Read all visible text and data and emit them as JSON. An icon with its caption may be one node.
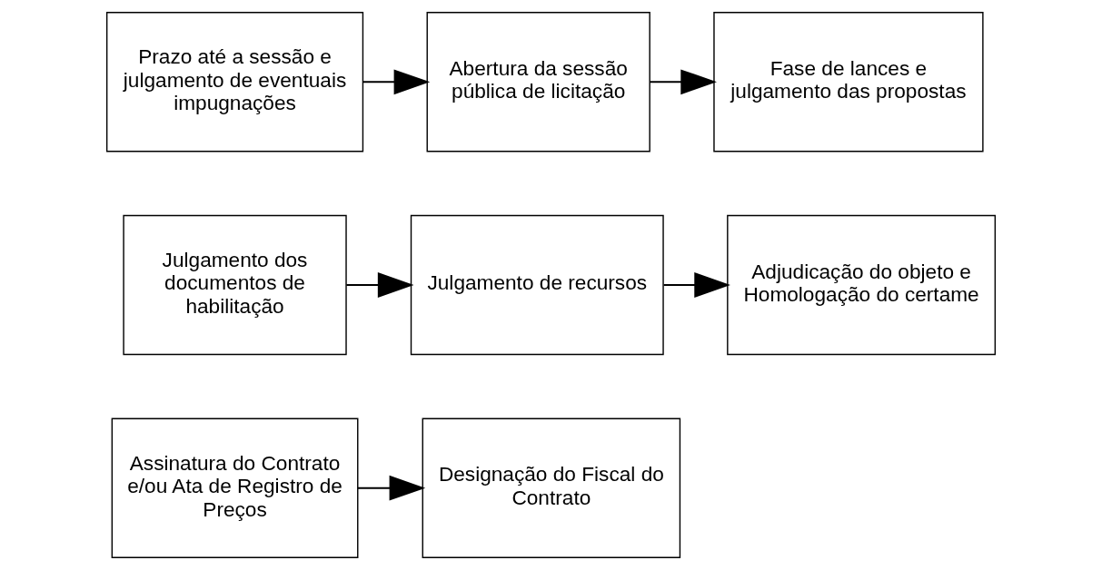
{
  "diagram": {
    "nodes": [
      {
        "text": [
          "Prazo até a sessão e julgamento de eventuais impugnações"
        ]
      },
      {
        "text": [
          "Abertura da sessão pública de licitação"
        ]
      },
      {
        "text": [
          "Fase de lances e julgamento das propostas"
        ]
      },
      {
        "text": [
          "Julgamento dos documentos de habilitação"
        ]
      },
      {
        "text": [
          "Julgamento de recursos"
        ]
      },
      {
        "text": [
          "Adjudicação do objeto e Homologação do certame"
        ]
      },
      {
        "text": [
          "Assinatura do Contrato e/ou Ata de Registro de Preços"
        ]
      },
      {
        "text": [
          "Designação do Fiscal do Contrato"
        ]
      }
    ],
    "edges": [
      {
        "from": 0,
        "to": 1,
        "arrow": "to"
      },
      {
        "from": 1,
        "to": 2,
        "arrow": "to"
      },
      {
        "from": 3,
        "to": 4,
        "arrow": "to"
      },
      {
        "from": 4,
        "to": 5,
        "arrow": "to"
      },
      {
        "from": 6,
        "to": 7,
        "arrow": "to"
      }
    ]
  }
}
